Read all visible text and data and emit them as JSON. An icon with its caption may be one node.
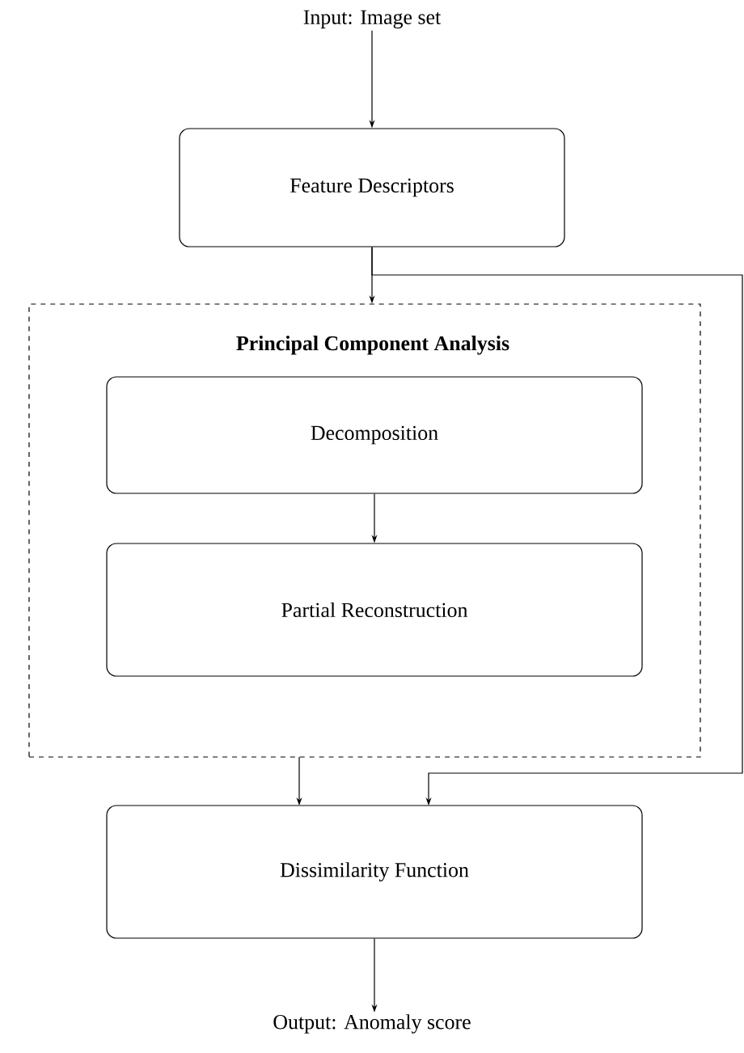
{
  "diagram": {
    "nodes": [
      {
        "text": [
          "Input: Image set"
        ]
      },
      {
        "text": [
          "Feature Descriptors"
        ]
      },
      {
        "text": [
          "Principal Component Analysis"
        ]
      },
      {
        "text": [
          "Decomposition"
        ],
        "in": 2
      },
      {
        "text": [
          "Partial Reconstruction"
        ],
        "in": 2
      },
      {
        "text": [
          "Dissimilarity Function"
        ]
      },
      {
        "text": [
          "Output: Anomaly score"
        ]
      }
    ],
    "edges": [
      {
        "from": 0,
        "to": 1,
        "arrow": "to"
      },
      {
        "from": 1,
        "to": 2,
        "arrow": "to"
      },
      {
        "from": 3,
        "to": 4,
        "arrow": "to"
      },
      {
        "from": 2,
        "to": 5,
        "arrow": "to"
      },
      {
        "from": 1,
        "to": 5,
        "arrow": "to"
      },
      {
        "from": 5,
        "to": 6,
        "arrow": "to"
      }
    ]
  }
}
